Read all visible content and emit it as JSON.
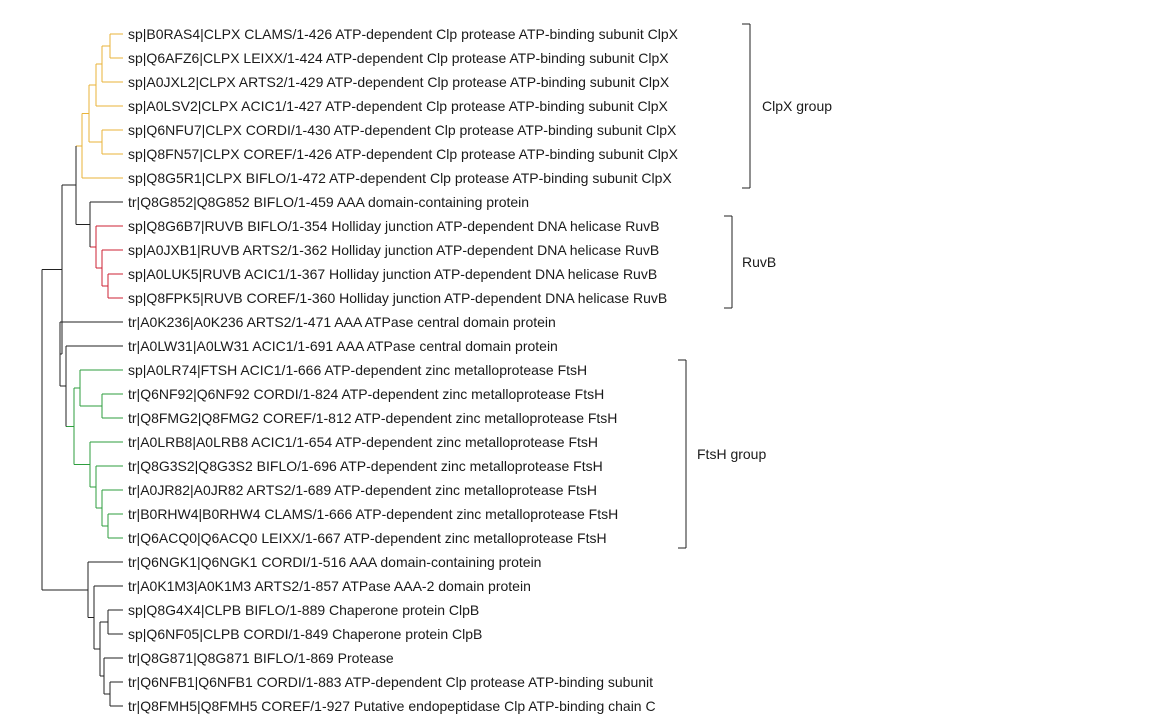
{
  "colors": {
    "default": "#222222",
    "clpx": "#e8b33a",
    "ruvb": "#cc2233",
    "ftsh": "#2e9e3e"
  },
  "leaves": [
    {
      "id": "l0",
      "label": "sp|B0RAS4|CLPX CLAMS/1-426 ATP-dependent Clp protease ATP-binding subunit ClpX"
    },
    {
      "id": "l1",
      "label": "sp|Q6AFZ6|CLPX LEIXX/1-424 ATP-dependent Clp protease ATP-binding subunit ClpX"
    },
    {
      "id": "l2",
      "label": "sp|A0JXL2|CLPX ARTS2/1-429 ATP-dependent Clp protease ATP-binding subunit ClpX"
    },
    {
      "id": "l3",
      "label": "sp|A0LSV2|CLPX ACIC1/1-427 ATP-dependent Clp protease ATP-binding subunit ClpX"
    },
    {
      "id": "l4",
      "label": "sp|Q6NFU7|CLPX CORDI/1-430 ATP-dependent Clp protease ATP-binding subunit ClpX"
    },
    {
      "id": "l5",
      "label": "sp|Q8FN57|CLPX COREF/1-426 ATP-dependent Clp protease ATP-binding subunit ClpX"
    },
    {
      "id": "l6",
      "label": "sp|Q8G5R1|CLPX BIFLO/1-472 ATP-dependent Clp protease ATP-binding subunit ClpX"
    },
    {
      "id": "l7",
      "label": "tr|Q8G852|Q8G852 BIFLO/1-459 AAA domain-containing protein"
    },
    {
      "id": "l8",
      "label": "sp|Q8G6B7|RUVB BIFLO/1-354 Holliday junction ATP-dependent DNA helicase RuvB"
    },
    {
      "id": "l9",
      "label": "sp|A0JXB1|RUVB ARTS2/1-362 Holliday junction ATP-dependent DNA helicase RuvB"
    },
    {
      "id": "l10",
      "label": "sp|A0LUK5|RUVB ACIC1/1-367 Holliday junction ATP-dependent DNA helicase RuvB"
    },
    {
      "id": "l11",
      "label": "sp|Q8FPK5|RUVB COREF/1-360 Holliday junction ATP-dependent DNA helicase RuvB"
    },
    {
      "id": "l12",
      "label": "tr|A0K236|A0K236 ARTS2/1-471 AAA ATPase central domain protein"
    },
    {
      "id": "l13",
      "label": "tr|A0LW31|A0LW31 ACIC1/1-691 AAA ATPase central domain protein"
    },
    {
      "id": "l14",
      "label": "sp|A0LR74|FTSH ACIC1/1-666 ATP-dependent zinc metalloprotease FtsH"
    },
    {
      "id": "l15",
      "label": "tr|Q6NF92|Q6NF92 CORDI/1-824 ATP-dependent zinc metalloprotease FtsH"
    },
    {
      "id": "l16",
      "label": "tr|Q8FMG2|Q8FMG2 COREF/1-812 ATP-dependent zinc metalloprotease FtsH"
    },
    {
      "id": "l17",
      "label": "tr|A0LRB8|A0LRB8 ACIC1/1-654 ATP-dependent zinc metalloprotease FtsH"
    },
    {
      "id": "l18",
      "label": "tr|Q8G3S2|Q8G3S2 BIFLO/1-696 ATP-dependent zinc metalloprotease FtsH"
    },
    {
      "id": "l19",
      "label": "tr|A0JR82|A0JR82 ARTS2/1-689 ATP-dependent zinc metalloprotease FtsH"
    },
    {
      "id": "l20",
      "label": "tr|B0RHW4|B0RHW4 CLAMS/1-666 ATP-dependent zinc metalloprotease FtsH"
    },
    {
      "id": "l21",
      "label": "tr|Q6ACQ0|Q6ACQ0 LEIXX/1-667 ATP-dependent zinc metalloprotease FtsH"
    },
    {
      "id": "l22",
      "label": "tr|Q6NGK1|Q6NGK1 CORDI/1-516 AAA domain-containing protein"
    },
    {
      "id": "l23",
      "label": "tr|A0K1M3|A0K1M3 ARTS2/1-857 ATPase AAA-2 domain protein"
    },
    {
      "id": "l24",
      "label": "sp|Q8G4X4|CLPB BIFLO/1-889 Chaperone protein ClpB"
    },
    {
      "id": "l25",
      "label": "sp|Q6NF05|CLPB CORDI/1-849 Chaperone protein ClpB"
    },
    {
      "id": "l26",
      "label": "tr|Q8G871|Q8G871 BIFLO/1-869 Protease"
    },
    {
      "id": "l27",
      "label": "tr|Q6NFB1|Q6NFB1 CORDI/1-883 ATP-dependent Clp protease ATP-binding subunit"
    },
    {
      "id": "l28",
      "label": "tr|Q8FMH5|Q8FMH5 COREF/1-927 Putative endopeptidase Clp ATP-binding chain C"
    }
  ],
  "groups": [
    {
      "id": "clpx-group",
      "label": "ClpX group",
      "first": 0,
      "last": 6
    },
    {
      "id": "ruvb-group",
      "label": "RuvB",
      "first": 8,
      "last": 11
    },
    {
      "id": "ftsh-group",
      "label": "FtsH group",
      "first": 14,
      "last": 21
    }
  ],
  "tree": {
    "id": "root",
    "color": "default",
    "children": [
      {
        "id": "topA",
        "color": "default",
        "children": [
          {
            "id": "clpxRuvb",
            "color": "default",
            "children": [
              {
                "id": "clpx",
                "color": "clpx",
                "children": [
                  {
                    "id": "clpxA",
                    "color": "clpx",
                    "children": [
                      {
                        "id": "clpxA1",
                        "color": "clpx",
                        "children": [
                          {
                            "id": "clpxA1a",
                            "color": "clpx",
                            "children": [
                              {
                                "id": "clpxA1a1",
                                "color": "clpx",
                                "children": [
                                  {
                                    "leaf": 0,
                                    "color": "clpx"
                                  },
                                  {
                                    "leaf": 1,
                                    "color": "clpx"
                                  }
                                ]
                              },
                              {
                                "leaf": 2,
                                "color": "clpx"
                              }
                            ]
                          },
                          {
                            "leaf": 3,
                            "color": "clpx"
                          }
                        ]
                      },
                      {
                        "id": "clpxA2",
                        "color": "clpx",
                        "children": [
                          {
                            "leaf": 4,
                            "color": "clpx"
                          },
                          {
                            "leaf": 5,
                            "color": "clpx"
                          }
                        ]
                      }
                    ]
                  },
                  {
                    "leaf": 6,
                    "color": "clpx"
                  }
                ]
              },
              {
                "id": "q8g852Ruvb",
                "color": "default",
                "children": [
                  {
                    "leaf": 7,
                    "color": "default"
                  },
                  {
                    "id": "ruvb",
                    "color": "ruvb",
                    "children": [
                      {
                        "leaf": 8,
                        "color": "ruvb"
                      },
                      {
                        "id": "ruvbA",
                        "color": "ruvb",
                        "children": [
                          {
                            "leaf": 9,
                            "color": "ruvb"
                          },
                          {
                            "id": "ruvbB",
                            "color": "ruvb",
                            "children": [
                              {
                                "leaf": 10,
                                "color": "ruvb"
                              },
                              {
                                "leaf": 11,
                                "color": "ruvb"
                              }
                            ]
                          }
                        ]
                      }
                    ]
                  }
                ]
              }
            ]
          },
          {
            "id": "aaaFtsh",
            "color": "default",
            "children": [
              {
                "leaf": 12,
                "color": "default"
              },
              {
                "id": "lw31Ftsh",
                "color": "default",
                "children": [
                  {
                    "leaf": 13,
                    "color": "default"
                  },
                  {
                    "id": "ftsh",
                    "color": "ftsh",
                    "children": [
                      {
                        "id": "ftshA",
                        "color": "ftsh",
                        "children": [
                          {
                            "leaf": 14,
                            "color": "ftsh"
                          },
                          {
                            "id": "ftshA1",
                            "color": "ftsh",
                            "children": [
                              {
                                "leaf": 15,
                                "color": "ftsh"
                              },
                              {
                                "leaf": 16,
                                "color": "ftsh"
                              }
                            ]
                          }
                        ]
                      },
                      {
                        "id": "ftshB",
                        "color": "ftsh",
                        "children": [
                          {
                            "leaf": 17,
                            "color": "ftsh"
                          },
                          {
                            "id": "ftshB1",
                            "color": "ftsh",
                            "children": [
                              {
                                "leaf": 18,
                                "color": "ftsh"
                              },
                              {
                                "id": "ftshB2",
                                "color": "ftsh",
                                "children": [
                                  {
                                    "leaf": 19,
                                    "color": "ftsh"
                                  },
                                  {
                                    "id": "ftshB3",
                                    "color": "ftsh",
                                    "children": [
                                      {
                                        "leaf": 20,
                                        "color": "ftsh"
                                      },
                                      {
                                        "leaf": 21,
                                        "color": "ftsh"
                                      }
                                    ]
                                  }
                                ]
                              }
                            ]
                          }
                        ]
                      }
                    ]
                  }
                ]
              }
            ]
          }
        ]
      },
      {
        "id": "clpb",
        "color": "default",
        "children": [
          {
            "leaf": 22,
            "color": "default"
          },
          {
            "id": "clpbA",
            "color": "default",
            "children": [
              {
                "leaf": 23,
                "color": "default"
              },
              {
                "id": "clpbB",
                "color": "default",
                "children": [
                  {
                    "id": "clpbB1",
                    "color": "default",
                    "children": [
                      {
                        "leaf": 24,
                        "color": "default"
                      },
                      {
                        "leaf": 25,
                        "color": "default"
                      }
                    ]
                  },
                  {
                    "id": "clpbC",
                    "color": "default",
                    "children": [
                      {
                        "leaf": 26,
                        "color": "default"
                      },
                      {
                        "id": "clpbD",
                        "color": "default",
                        "children": [
                          {
                            "leaf": 27,
                            "color": "default"
                          },
                          {
                            "leaf": 28,
                            "color": "default"
                          }
                        ]
                      }
                    ]
                  }
                ]
              }
            ]
          }
        ]
      }
    ]
  }
}
